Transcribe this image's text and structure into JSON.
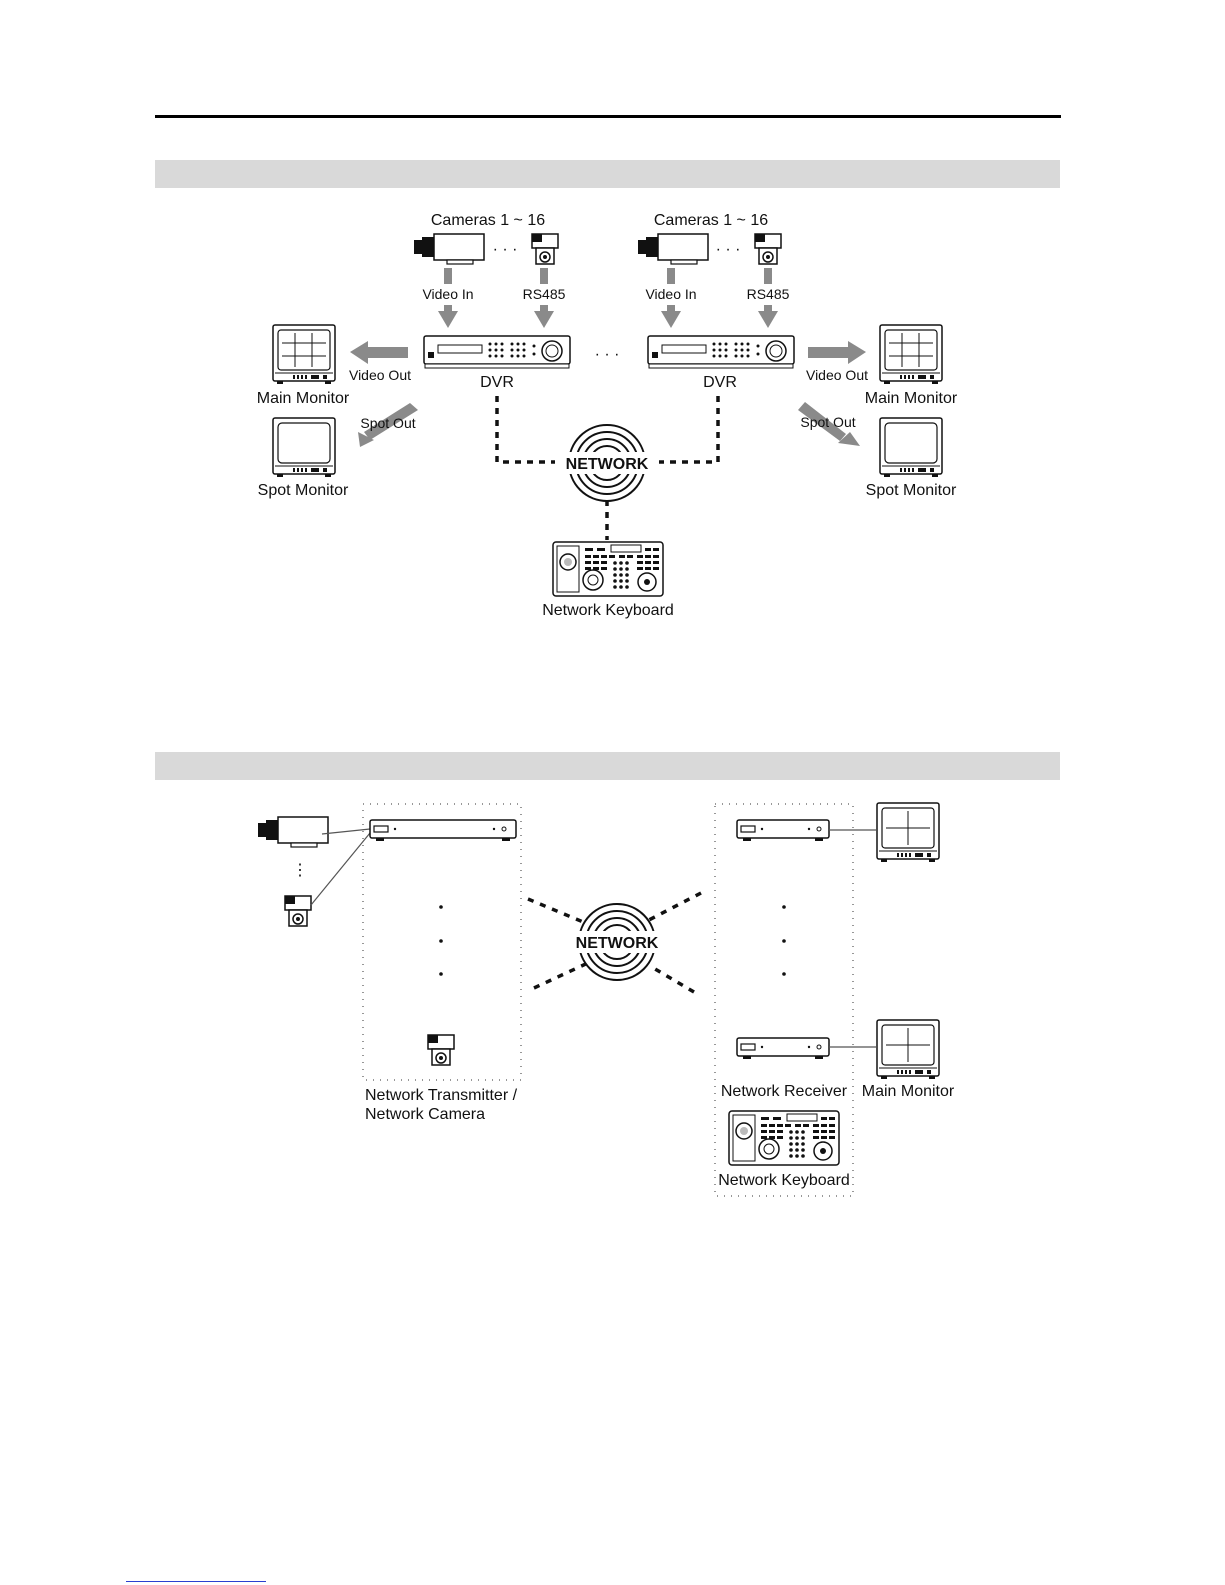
{
  "diagram1": {
    "cameras_label": "Cameras 1 ~ 16",
    "video_in": "Video In",
    "rs485": "RS485",
    "dvr": "DVR",
    "video_out": "Video Out",
    "spot_out": "Spot Out",
    "main_monitor": "Main Monitor",
    "spot_monitor": "Spot Monitor",
    "network": "NETWORK",
    "network_keyboard": "Network Keyboard",
    "ellipsis": "· · ·"
  },
  "diagram2": {
    "network": "NETWORK",
    "transmitter_line1": "Network Transmitter /",
    "transmitter_line2": "Network Camera",
    "receiver": "Network Receiver",
    "main_monitor": "Main Monitor",
    "network_keyboard": "Network Keyboard",
    "vertical_ellipsis": "⋮"
  },
  "colors": {
    "band": "#d9d9d9",
    "arrow": "#8a8a8a",
    "line": "#111111"
  }
}
